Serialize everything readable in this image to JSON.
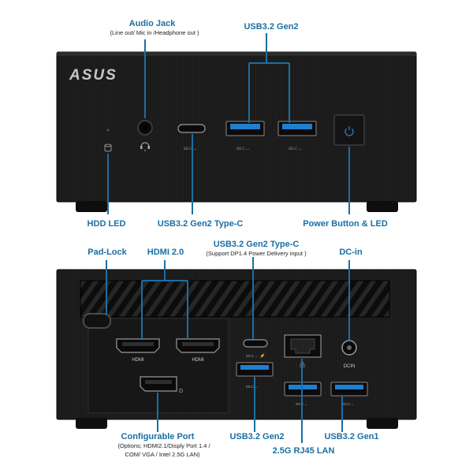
{
  "brand": "ASUS",
  "front": {
    "labels": {
      "audio_jack": "Audio Jack",
      "audio_jack_note": "(Line out/ Mic in /Headphone out )",
      "usb_gen2": "USB3.2 Gen2",
      "hdd_led": "HDD LED",
      "usb_c": "USB3.2 Gen2 Type-C",
      "power": "Power Button & LED"
    }
  },
  "rear": {
    "labels": {
      "pad_lock": "Pad-Lock",
      "hdmi": "HDMI 2.0",
      "usb_c": "USB3.2 Gen2 Type-C",
      "usb_c_note": "(Support DP1.4 Power Delivery input )",
      "dc_in": "DC-in",
      "config_port": "Configurable Port",
      "config_note_1": "(Options; HDMI2.1/Disply Port 1.4 /",
      "config_note_2": "COM/ VGA / Intel 2.5G LAN)",
      "usb_gen2": "USB3.2 Gen2",
      "lan": "2.5G RJ45 LAN",
      "usb_gen1": "USB3.2 Gen1"
    },
    "port_marks": {
      "hdmi": "HDMI",
      "dcin": "DCIN"
    }
  },
  "colors": {
    "label": "#1a6fa3",
    "chassis": "#161616",
    "usb_blue": "#1f7fd0"
  }
}
